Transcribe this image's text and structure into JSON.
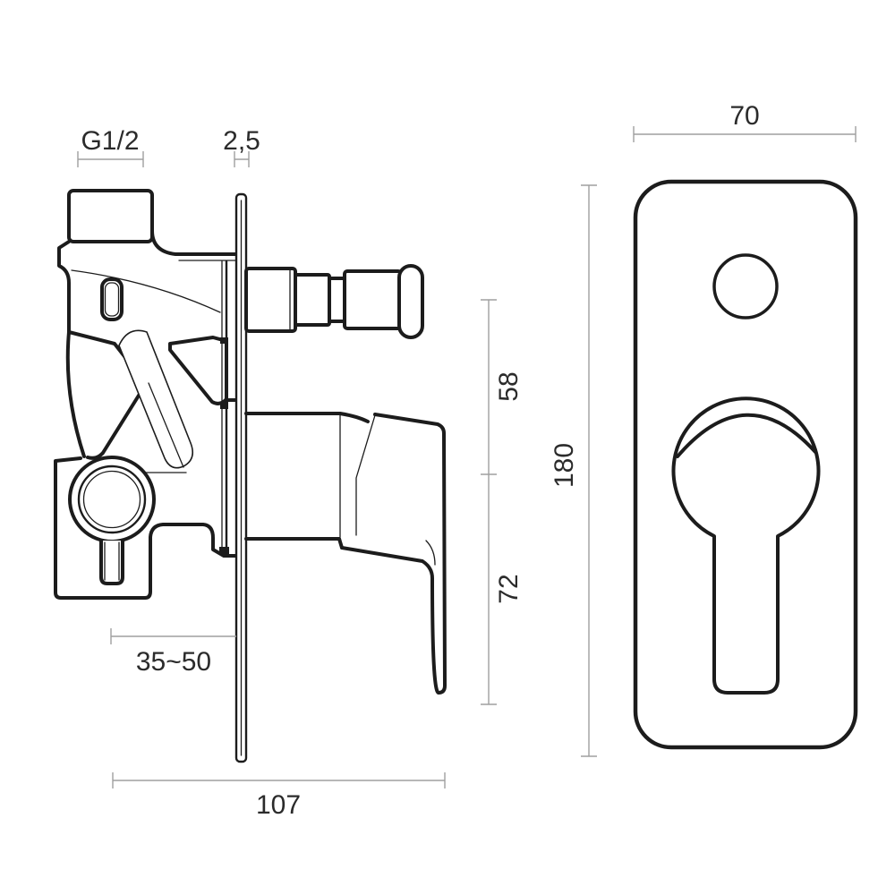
{
  "drawing": {
    "type": "technical-dimension-drawing",
    "subject": "concealed shower mixer valve, side section and faceplate front view",
    "colors": {
      "background": "#ffffff",
      "outline": "#1c1c1c",
      "dimension_lines": "#9f9f9f",
      "dimension_text": "#2b2b2b"
    },
    "dimensions": {
      "thread_size": "G1/2",
      "plate_thickness": "2,5",
      "faceplate_width": "70",
      "upper_span": "58",
      "lower_span": "72",
      "faceplate_height": "180",
      "wall_depth_range": "35~50",
      "overall_depth": "107"
    }
  }
}
